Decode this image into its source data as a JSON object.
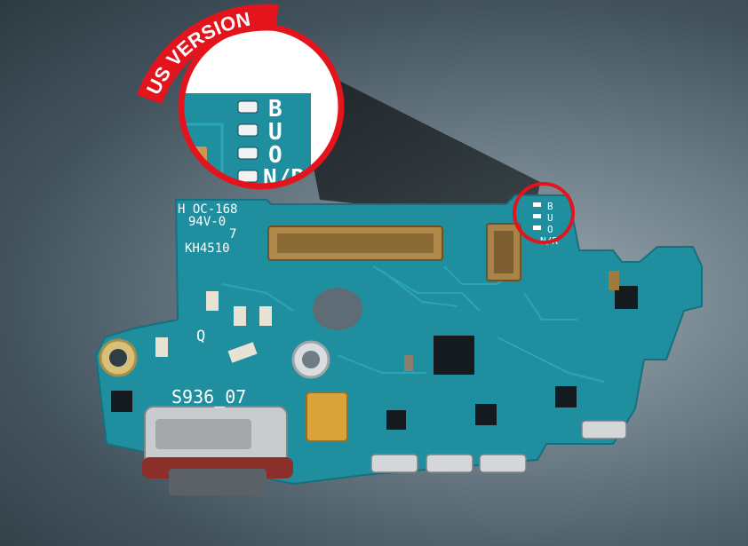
{
  "badge": {
    "text": "US VERSION",
    "color": "#e3141b"
  },
  "zoom": {
    "labels": [
      "B",
      "U",
      "O",
      "N/R"
    ]
  },
  "board": {
    "color": "#1f8fa0",
    "silkscreen": {
      "line1": "H OC-168",
      "line2": "94V-0",
      "line3": "7",
      "line4": "KH4510",
      "q_label": "Q",
      "model": "S936_07",
      "mini_labels": [
        "B",
        "U",
        "O",
        "N/R"
      ]
    }
  }
}
